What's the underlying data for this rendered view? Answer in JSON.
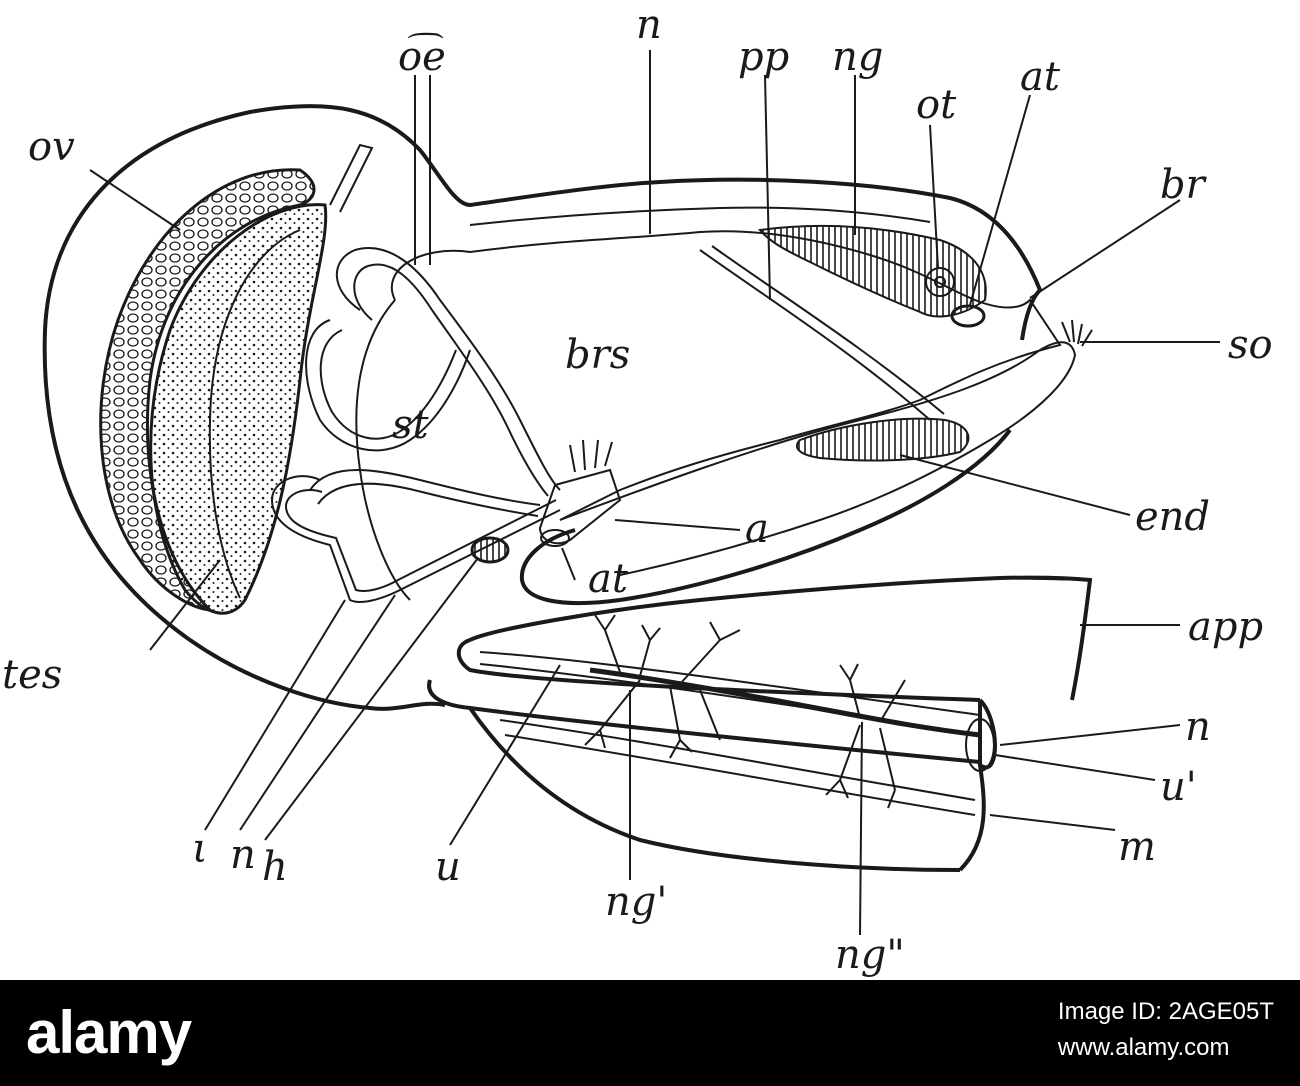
{
  "labels": {
    "n_top": "n",
    "oe": "o͡e",
    "pp": "pp",
    "ng": "ng",
    "ot": "ot",
    "at_top": "at",
    "ov": "ov",
    "br": "br",
    "so": "so",
    "brs": "brs",
    "st": "st",
    "end": "end",
    "a": "a",
    "at_mid": "at",
    "app": "app",
    "tes": "tes",
    "n_right": "n",
    "u_prime": "u'",
    "m": "m",
    "i": "ι",
    "n_bottom": "n",
    "h": "h",
    "u": "u",
    "ng_prime": "ng'",
    "ng_dprime": "ng\""
  },
  "footer": {
    "logo": "alamy",
    "image_id_label": "Image ID: 2AGE05T",
    "site": "www.alamy.com"
  },
  "colors": {
    "ink": "#1a1a1a",
    "paper": "#ffffff",
    "footer_bg": "#000000",
    "footer_text": "#ffffff"
  }
}
